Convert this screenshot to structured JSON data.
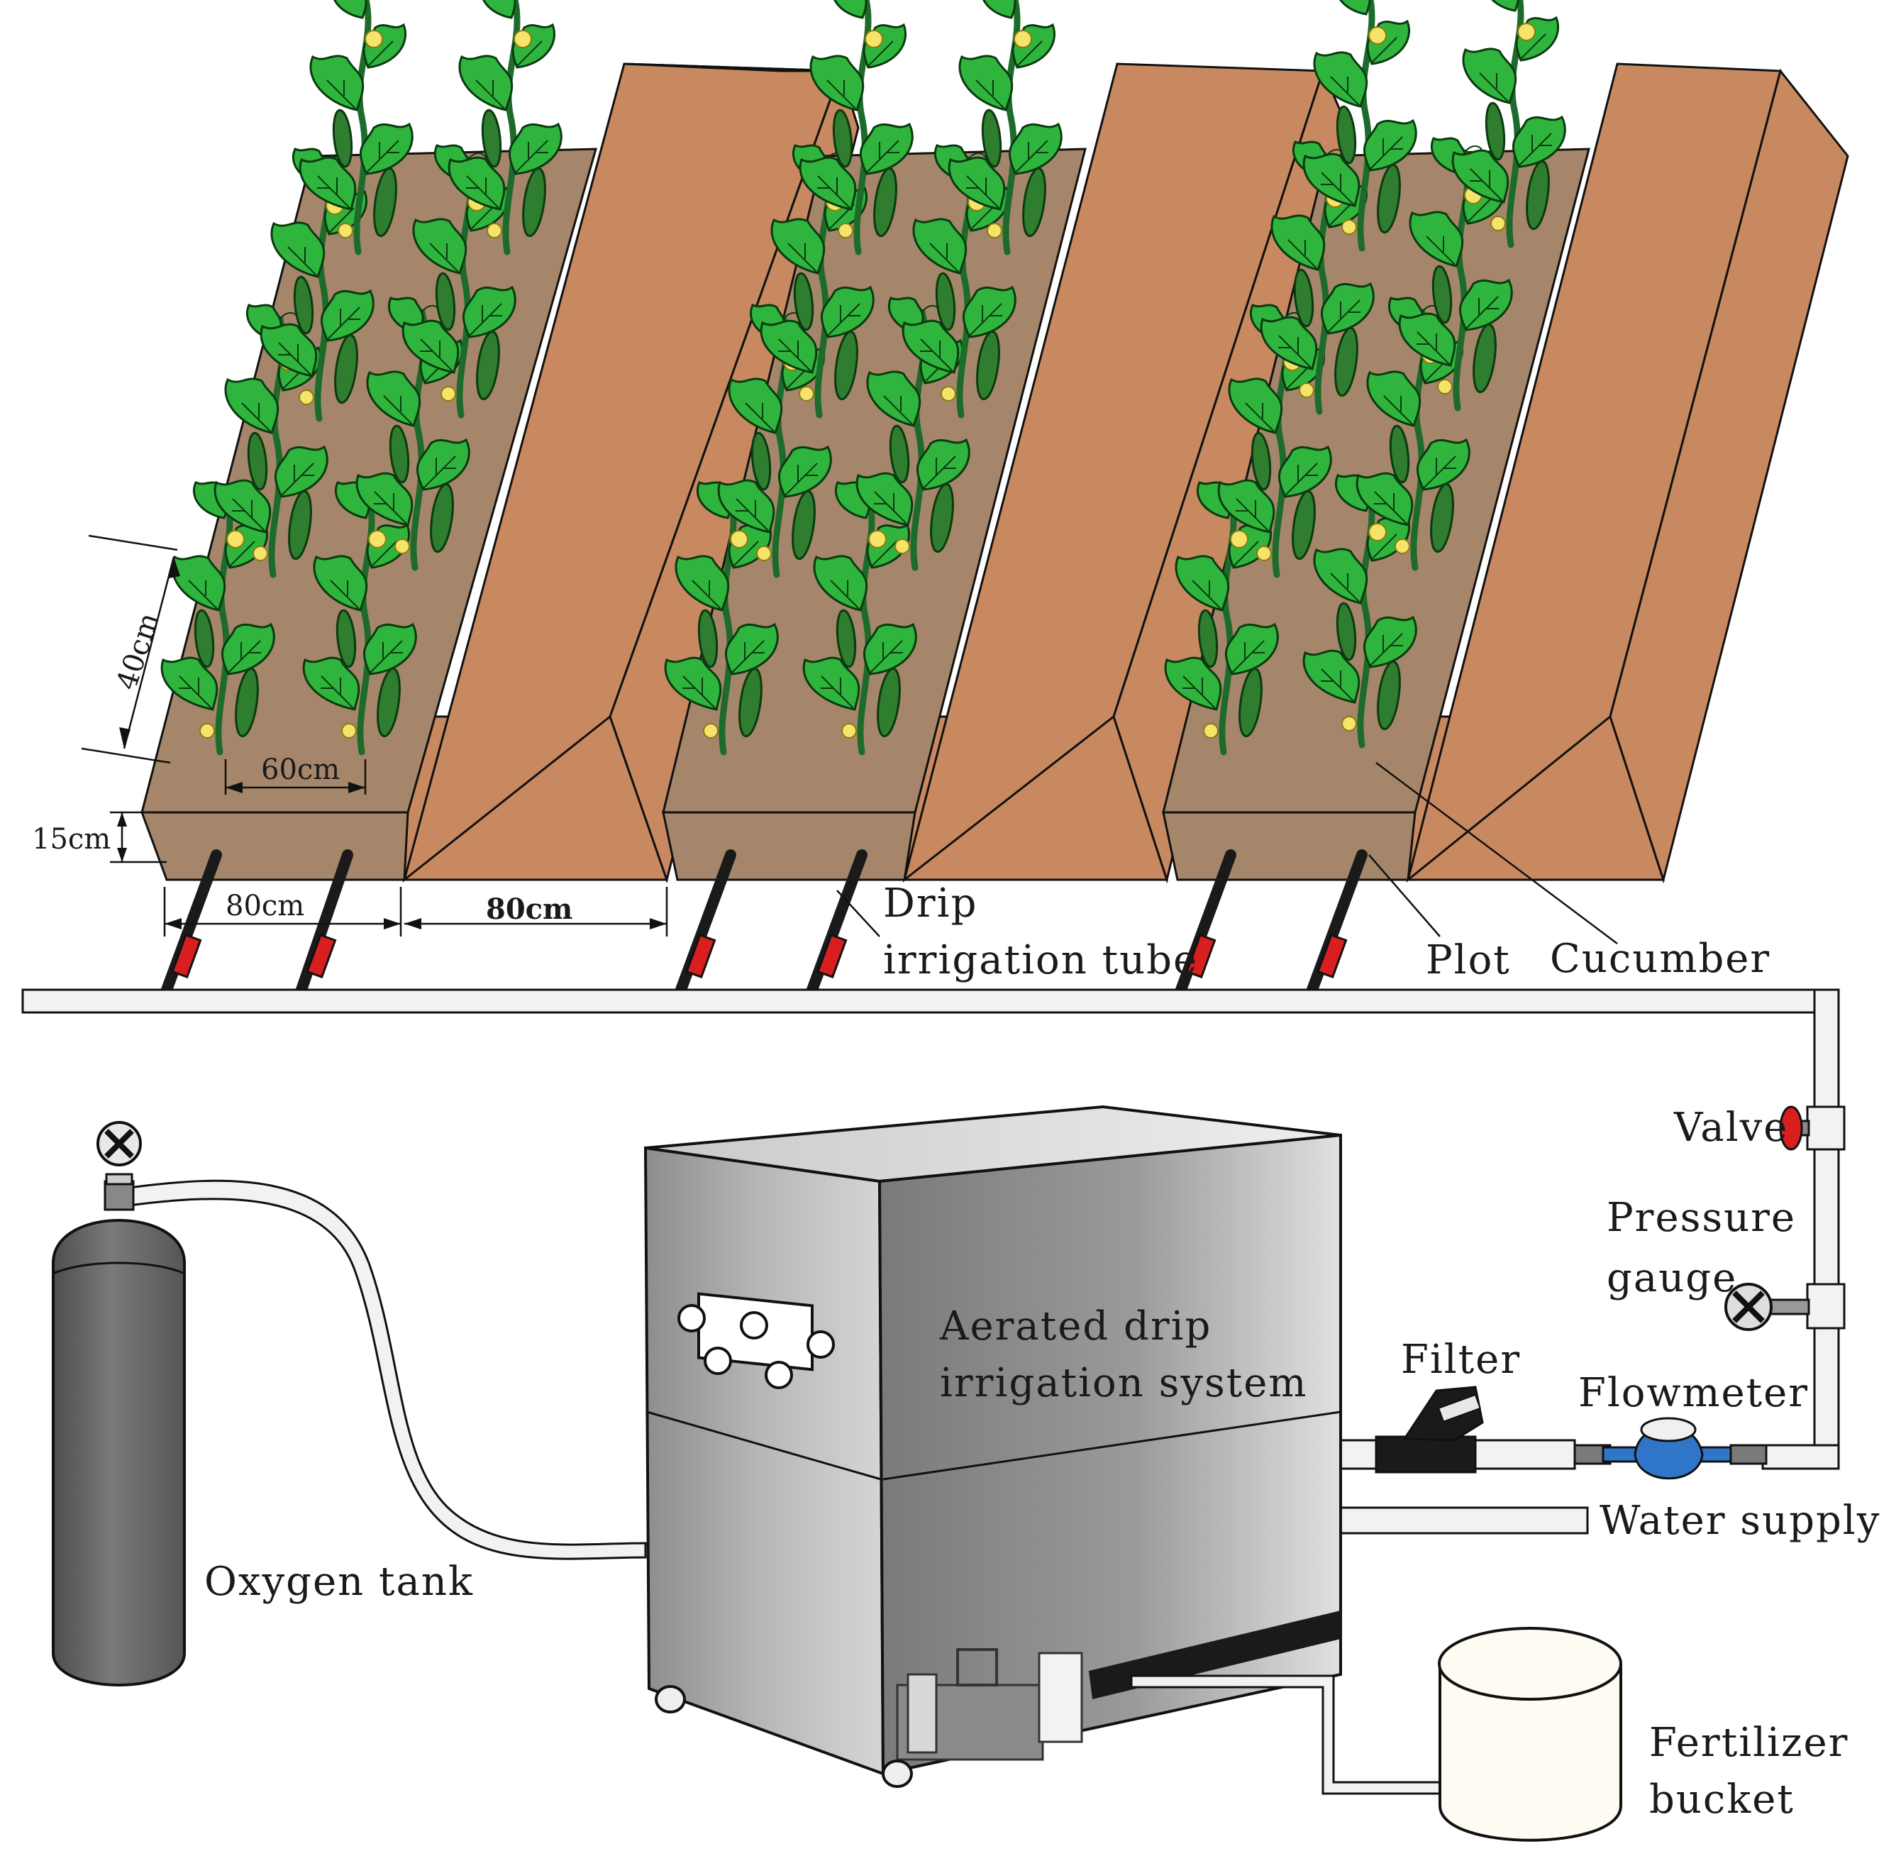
{
  "labels": {
    "drip_line1": "Drip",
    "drip_line2": "irrigation tube",
    "plot": "Plot",
    "cucumber": "Cucumber",
    "valve": "Valve",
    "pressure_line1": "Pressure",
    "pressure_line2": "gauge",
    "filter": "Filter",
    "flowmeter": "Flowmeter",
    "system_line1": "Aerated  drip",
    "system_line2": "irrigation system",
    "water_supply": "Water supply",
    "oxygen_tank": "Oxygen tank",
    "fertilizer_line1": "Fertilizer",
    "fertilizer_line2": "bucket"
  },
  "dimensions": {
    "plant_spacing": "40cm",
    "row_spacing": "60cm",
    "bed_height": "15cm",
    "bed_width": "80cm",
    "furrow_width": "80cm"
  },
  "colors": {
    "soil": "#a5866a",
    "furrow": "#c98960",
    "leaf": "#2fb53d",
    "emitter": "#d81e1e",
    "tank": "#6a6a6a",
    "flowmeter": "#2f76c9",
    "valve": "#d81e1e"
  }
}
